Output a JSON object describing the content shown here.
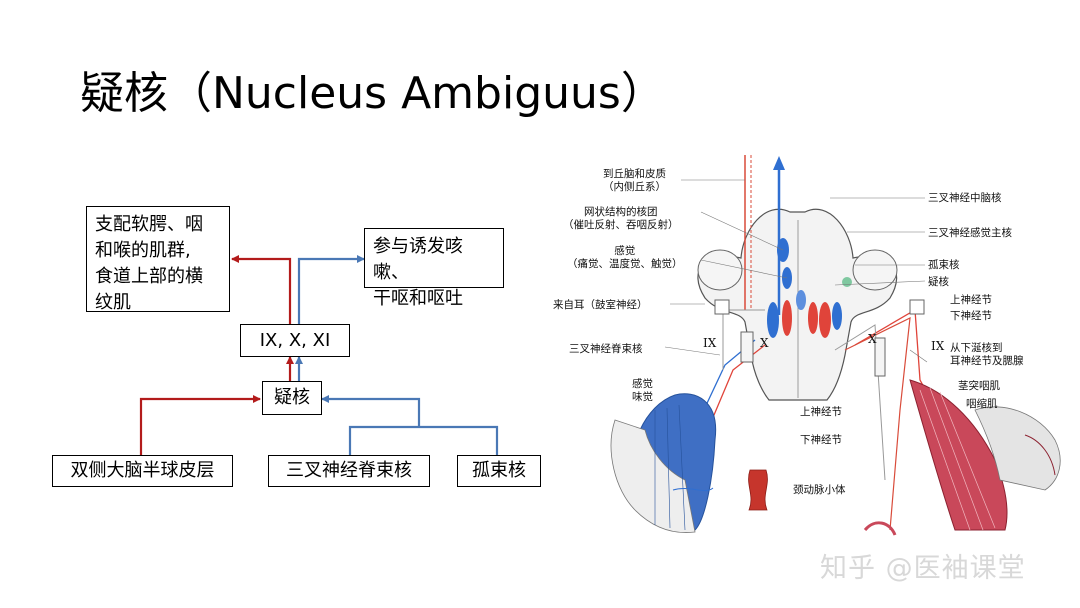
{
  "slide": {
    "title": "疑核（Nucleus Ambiguus）"
  },
  "flow": {
    "box_muscles": [
      "支配软腭、咽",
      "和喉的肌群,",
      "食道上部的横",
      "纹肌"
    ],
    "box_reflex": [
      "参与诱发咳嗽、",
      "干呕和呕吐"
    ],
    "box_nerves": "ⅠX, X, XⅠ",
    "box_nucleus": "疑核",
    "box_cortex": "双侧大脑半球皮层",
    "box_trigeminal": "三叉神经脊束核",
    "box_solitary": "孤束核"
  },
  "anatomy": {
    "left_labels": {
      "thalamus": [
        "到丘脑和皮质",
        "（内侧丘系）"
      ],
      "reticular": [
        "网状结构的核团",
        "（催吐反射、吞咽反射）"
      ],
      "sensation": [
        "感觉",
        "（痛觉、温度觉、触觉）"
      ],
      "ear": "来自耳（鼓室神经）",
      "trigeminal_spinal": "三叉神经脊束核",
      "sense_taste": [
        "感觉",
        "味觉"
      ]
    },
    "right_labels": {
      "mesencephalic": "三叉神经中脑核",
      "principal": "三叉神经感觉主核",
      "solitary": "孤束核",
      "ambiguus": "疑核",
      "superior_ganglion": "上神经节",
      "inferior_ganglion": "下神经节",
      "salivatory": [
        "从下涎核到",
        "耳神经节及腮腺"
      ],
      "stylopharyngeus": "茎突咽肌",
      "constrictor": "咽缩肌"
    },
    "bottom_labels": {
      "superior_ganglion": "上神经节",
      "inferior_ganglion": "下神经节",
      "carotid_body": "颈动脉小体"
    },
    "roman": {
      "ix_left": "IX",
      "x_left": "X",
      "x_right": "X",
      "ix_right": "IX"
    }
  },
  "watermark": "知乎 @医袖课堂",
  "colors": {
    "red_arrow": "#b31b1b",
    "blue_arrow": "#4a78b5",
    "nucleus_red": "#e0443a",
    "nucleus_blue": "#2f6fd1",
    "muscle": "#c9485a"
  }
}
